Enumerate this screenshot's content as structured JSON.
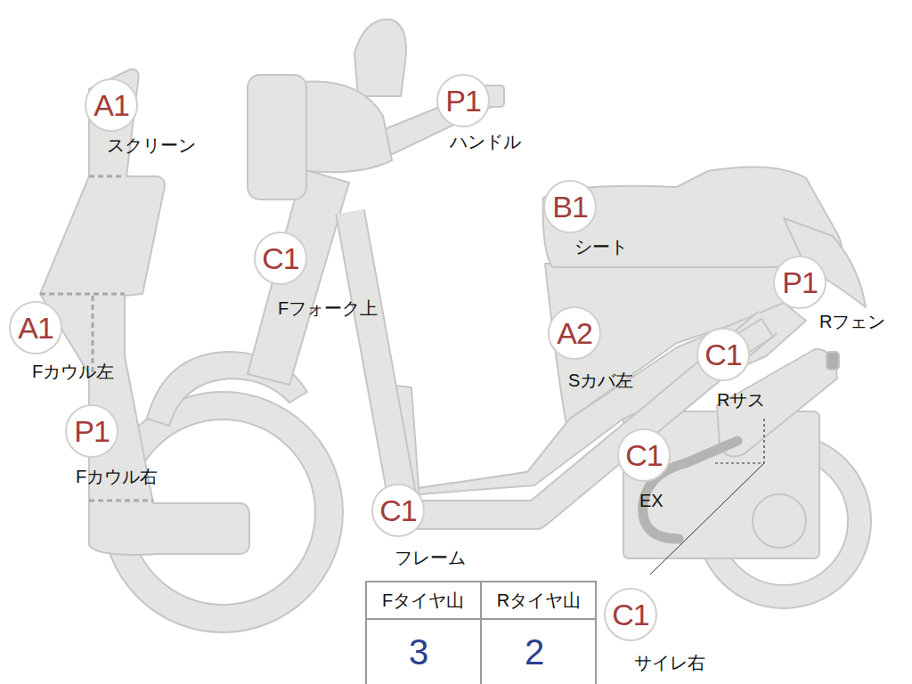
{
  "diagram": {
    "nodes": [
      {
        "text": [
          "A1",
          "スクリーン"
        ]
      },
      {
        "text": [
          "P1",
          "ハンドル"
        ]
      },
      {
        "text": [
          "B1",
          "シート"
        ]
      },
      {
        "text": [
          "C1",
          "Fフォーク上"
        ]
      },
      {
        "text": [
          "P1",
          "Rフェン"
        ]
      },
      {
        "text": [
          "A1",
          "Fカウル左"
        ]
      },
      {
        "text": [
          "A2",
          "Sカバ左"
        ]
      },
      {
        "text": [
          "C1",
          "Rサス"
        ]
      },
      {
        "text": [
          "P1",
          "Fカウル右"
        ]
      },
      {
        "text": [
          "C1",
          "EX"
        ]
      },
      {
        "text": [
          "C1",
          "フレーム"
        ]
      },
      {
        "text": [
          "C1",
          "サイレ右"
        ]
      }
    ],
    "edges": [],
    "labels": [
      "Fタイヤ山",
      "Rタイヤ山",
      "3",
      "2"
    ]
  }
}
